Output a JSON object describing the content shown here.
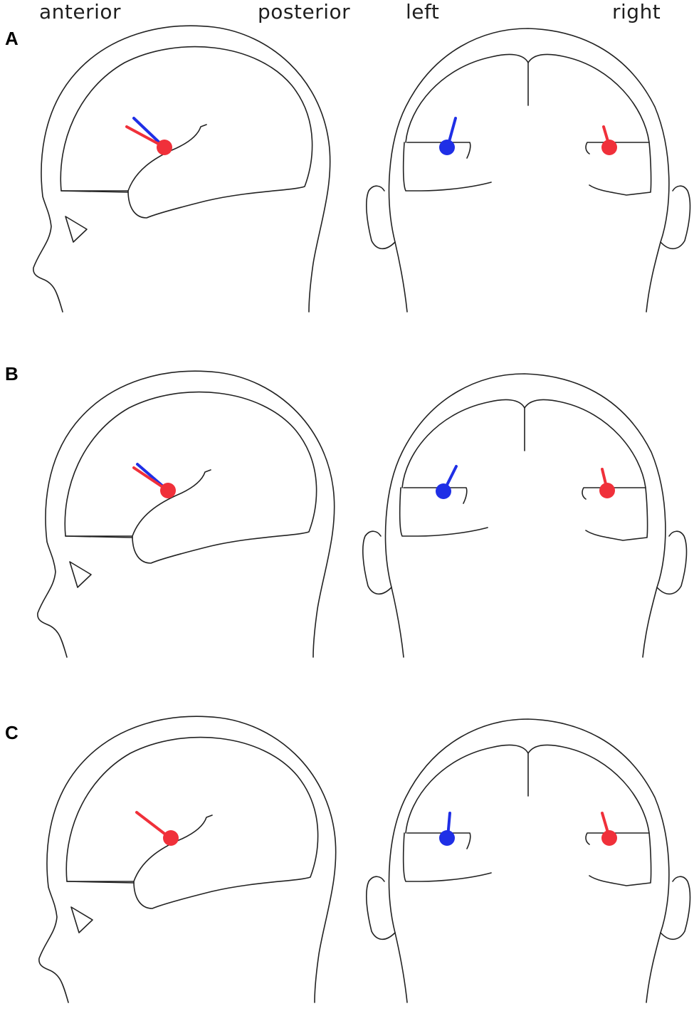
{
  "labels": {
    "anterior": "anterior",
    "posterior": "posterior",
    "left": "left",
    "right": "right"
  },
  "panels": [
    {
      "letter": "A",
      "sagittal_dipoles": [
        {
          "hemisphere": "left",
          "color": "#1f2fe6"
        },
        {
          "hemisphere": "right",
          "color": "#f0303a"
        }
      ],
      "coronal_dipoles": [
        {
          "hemisphere": "left",
          "color": "#1f2fe6"
        },
        {
          "hemisphere": "right",
          "color": "#f0303a"
        }
      ]
    },
    {
      "letter": "B",
      "sagittal_dipoles": [
        {
          "hemisphere": "left",
          "color": "#1f2fe6"
        },
        {
          "hemisphere": "right",
          "color": "#f0303a"
        }
      ],
      "coronal_dipoles": [
        {
          "hemisphere": "left",
          "color": "#1f2fe6"
        },
        {
          "hemisphere": "right",
          "color": "#f0303a"
        }
      ]
    },
    {
      "letter": "C",
      "sagittal_dipoles": [
        {
          "hemisphere": "right",
          "color": "#f0303a"
        }
      ],
      "coronal_dipoles": [
        {
          "hemisphere": "left",
          "color": "#1f2fe6"
        },
        {
          "hemisphere": "right",
          "color": "#f0303a"
        }
      ]
    }
  ],
  "colors": {
    "left_hemisphere": "#1f2fe6",
    "right_hemisphere": "#f0303a",
    "outline": "#222222"
  }
}
